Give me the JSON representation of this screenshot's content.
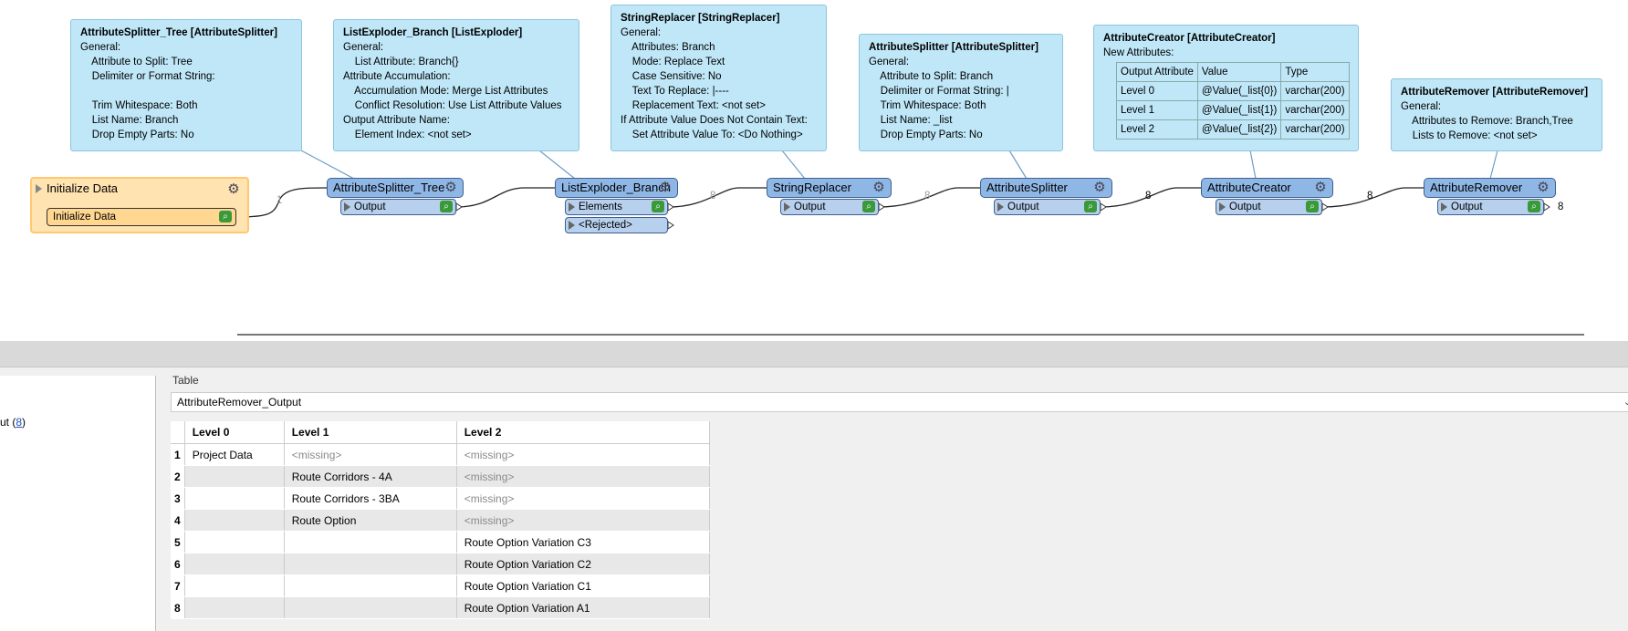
{
  "annotations": {
    "attr_splitter_tree": {
      "title": "AttributeSplitter_Tree [AttributeSplitter]",
      "lines": [
        "General:",
        "    Attribute to Split: Tree",
        "    Delimiter or Format String:",
        " ",
        "    Trim Whitespace: Both",
        "    List Name: Branch",
        "    Drop Empty Parts: No"
      ]
    },
    "list_exploder": {
      "title": "ListExploder_Branch [ListExploder]",
      "lines": [
        "General:",
        "    List Attribute: Branch{}",
        "Attribute Accumulation:",
        "    Accumulation Mode: Merge List Attributes",
        "    Conflict Resolution: Use List Attribute Values",
        "Output Attribute Name:",
        "    Element Index: <not set>"
      ]
    },
    "string_replacer": {
      "title": "StringReplacer [StringReplacer]",
      "lines": [
        "General:",
        "    Attributes: Branch",
        "    Mode: Replace Text",
        "    Case Sensitive: No",
        "    Text To Replace: |----",
        "    Replacement Text: <not set>",
        "If Attribute Value Does Not Contain Text:",
        "    Set Attribute Value To: <Do Nothing>"
      ]
    },
    "attr_splitter": {
      "title": "AttributeSplitter [AttributeSplitter]",
      "lines": [
        "General:",
        "    Attribute to Split: Branch",
        "    Delimiter or Format String: |",
        "    Trim Whitespace: Both",
        "    List Name: _list",
        "    Drop Empty Parts: No"
      ]
    },
    "attr_creator": {
      "title": "AttributeCreator [AttributeCreator]",
      "subtitle": "New Attributes:",
      "headers": [
        "Output Attribute",
        "Value",
        "Type"
      ],
      "rows": [
        [
          "Level 0",
          "@Value(_list{0})",
          "varchar(200)"
        ],
        [
          "Level 1",
          "@Value(_list{1})",
          "varchar(200)"
        ],
        [
          "Level 2",
          "@Value(_list{2})",
          "varchar(200)"
        ]
      ]
    },
    "attr_remover": {
      "title": "AttributeRemover [AttributeRemover]",
      "lines": [
        "General:",
        "    Attributes to Remove: Branch,Tree",
        "    Lists to Remove: <not set>"
      ]
    }
  },
  "nodes": {
    "init": {
      "name": "Initialize Data",
      "port": "Initialize Data"
    },
    "splitter_tree": {
      "name": "AttributeSplitter_Tree",
      "port": "Output"
    },
    "exploder": {
      "name": "ListExploder_Branch",
      "port": "Elements",
      "port2": "<Rejected>"
    },
    "replacer": {
      "name": "StringReplacer",
      "port": "Output"
    },
    "splitter": {
      "name": "AttributeSplitter",
      "port": "Output"
    },
    "creator": {
      "name": "AttributeCreator",
      "port": "Output"
    },
    "remover": {
      "name": "AttributeRemover",
      "port": "Output"
    }
  },
  "counts": {
    "c1": "1",
    "c2": "8",
    "c3": "8",
    "c4": "8",
    "c5": "8",
    "c6": "8"
  },
  "left_panel": {
    "item_prefix": "ut (",
    "item_link": "8",
    "item_suffix": ")"
  },
  "table_panel": {
    "label": "Table",
    "selected_table": "AttributeRemover_Output",
    "columns": [
      "Level 0",
      "Level 1",
      "Level 2"
    ],
    "rows": [
      {
        "n": "1",
        "l0": "Project Data",
        "l1": "<missing>",
        "l2": "<missing>"
      },
      {
        "n": "2",
        "l0": "",
        "l1": "Route Corridors - 4A",
        "l2": "<missing>"
      },
      {
        "n": "3",
        "l0": "",
        "l1": "Route Corridors - 3BA",
        "l2": "<missing>"
      },
      {
        "n": "4",
        "l0": "",
        "l1": "Route Option",
        "l2": "<missing>"
      },
      {
        "n": "5",
        "l0": "",
        "l1": "",
        "l2": "Route Option Variation C3"
      },
      {
        "n": "6",
        "l0": "",
        "l1": "",
        "l2": "Route Option Variation C2"
      },
      {
        "n": "7",
        "l0": "",
        "l1": "",
        "l2": "Route Option Variation C1"
      },
      {
        "n": "8",
        "l0": "",
        "l1": "",
        "l2": "Route Option Variation A1"
      }
    ]
  }
}
